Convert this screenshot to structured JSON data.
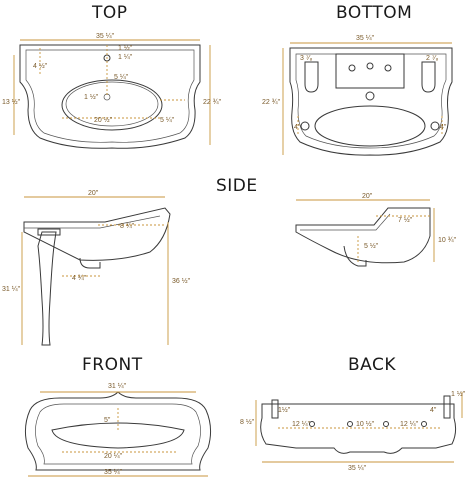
{
  "views": {
    "top": "TOP",
    "bottom": "BOTTOM",
    "side": "SIDE",
    "front": "FRONT",
    "back": "BACK"
  },
  "top_dims": {
    "width": "35 ¼\"",
    "d1": "1 ½\"",
    "d2": "1 ¼\"",
    "d3": "5 ¼\"",
    "d4": "4 ½\"",
    "d5": "13 ½\"",
    "d6": "1 ½\"",
    "d7": "20 ½\"",
    "d8": "5 ¼\"",
    "d9": "22 ¾\""
  },
  "bottom_dims": {
    "width": "35 ¼\"",
    "d1": "3 ⁷⁄₈",
    "d2": "2 ⁷⁄₈",
    "d3": "22 ¾\"",
    "d4": "4\"",
    "d5": "4\""
  },
  "side_left_dims": {
    "width": "20\"",
    "d1": "8 ¾\"",
    "d2": "4 ¾\"",
    "height_left": "31 ¼\"",
    "height_right": "36 ½\""
  },
  "side_right_dims": {
    "width": "20\"",
    "d1": "7 ½\"",
    "d2": "10 ¾\"",
    "d3": "5 ½\""
  },
  "front_dims": {
    "top_width": "31 ¼\"",
    "d1": "5\"",
    "d2": "20 ¼\"",
    "width": "35 ¼\""
  },
  "back_dims": {
    "d1": "1½\"",
    "d2": "8 ½\"",
    "d3": "12 ¼\"",
    "d4": "10 ½\"",
    "d5": "12 ¼\"",
    "d6": "4\"",
    "d7": "1 ½\"",
    "width": "35 ¼\""
  },
  "colors": {
    "ink": "#3a3a3a",
    "dimension": "#c8963c",
    "text": "#7a5a2a"
  }
}
